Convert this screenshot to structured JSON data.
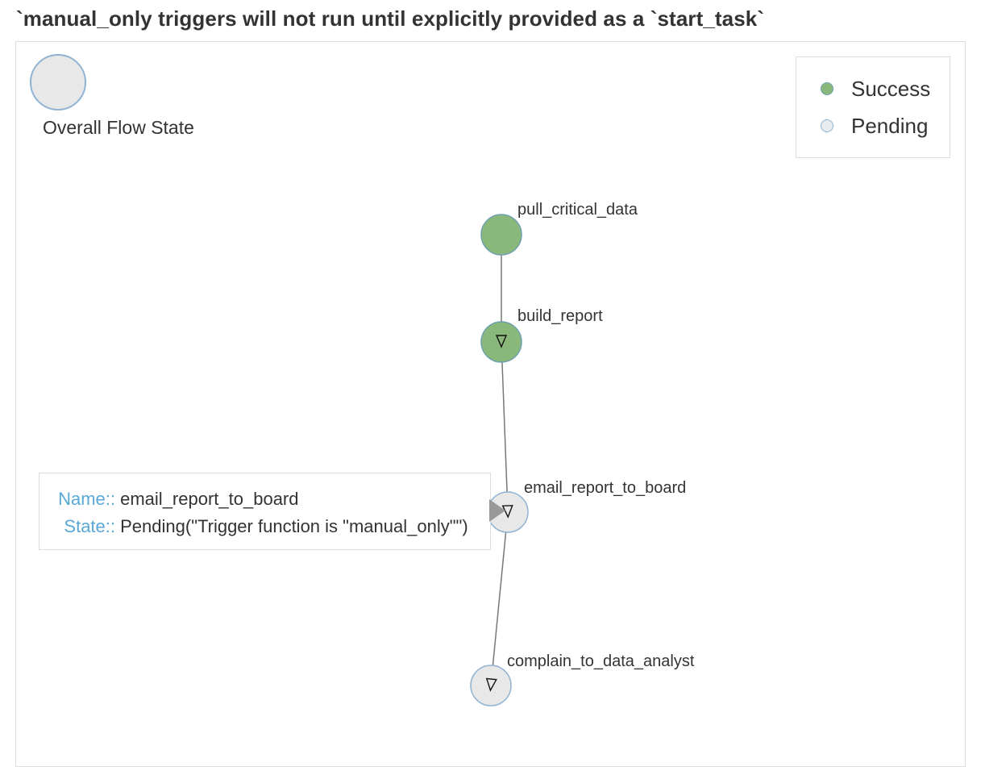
{
  "title": "`manual_only triggers will not run until explicitly provided as a `start_task`",
  "overall": {
    "label": "Overall Flow State",
    "state": "Pending"
  },
  "legend": {
    "items": [
      {
        "label": "Success",
        "fill": "#8ab87a",
        "stroke": "#6fa0ae"
      },
      {
        "label": "Pending",
        "fill": "#e8ecef",
        "stroke": "#8fb3d3"
      }
    ]
  },
  "colors": {
    "success_fill": "#8ab87a",
    "success_stroke": "#6fa0ae",
    "pending_fill": "#e8e8e8",
    "pending_stroke": "#8fb3d3",
    "edge": "#777777",
    "tooltip_key": "#5ba8d6"
  },
  "nodes": [
    {
      "name": "pull_critical_data",
      "state": "Success"
    },
    {
      "name": "build_report",
      "state": "Success"
    },
    {
      "name": "email_report_to_board",
      "state": "Pending"
    },
    {
      "name": "complain_to_data_analyst",
      "state": "Pending"
    }
  ],
  "edges": [
    {
      "from": "pull_critical_data",
      "to": "build_report"
    },
    {
      "from": "build_report",
      "to": "email_report_to_board"
    },
    {
      "from": "email_report_to_board",
      "to": "complain_to_data_analyst"
    }
  ],
  "tooltip": {
    "name_key": "Name::",
    "name_value": "email_report_to_board",
    "state_key": "State::",
    "state_value": "Pending(\"Trigger function is \"manual_only\"\")"
  }
}
